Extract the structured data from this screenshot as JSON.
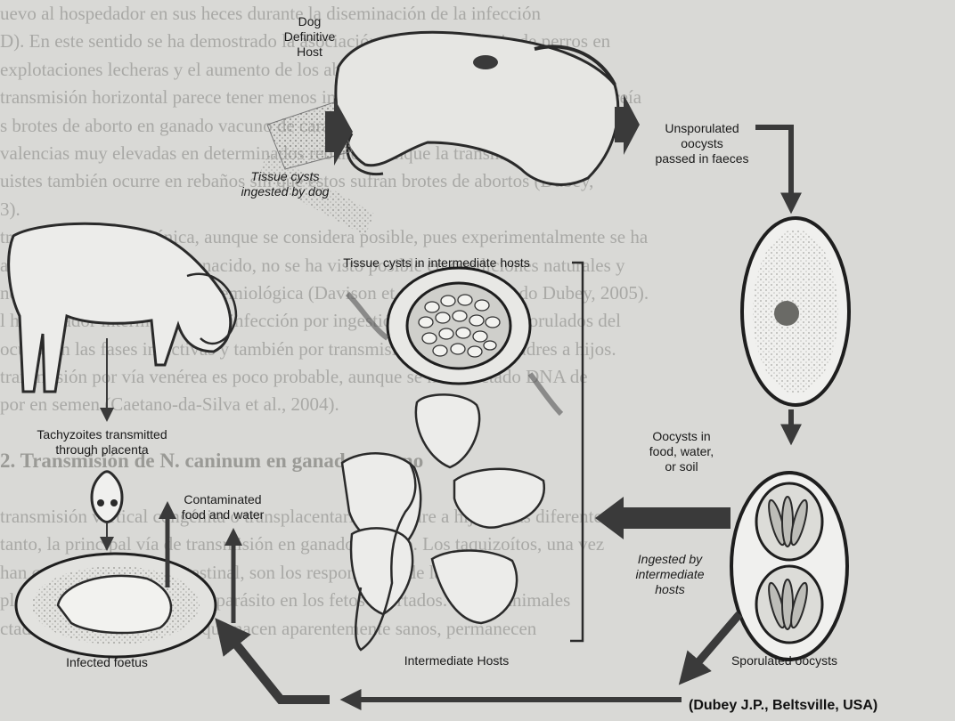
{
  "background_text": {
    "lines": [
      "uevo al hospedador en sus heces durante la diseminación de la infección",
      "D). En este sentido se ha demostrado la asociación entre la presencia de perros en",
      "explotaciones lecheras y el aumento de los abortos (Wouda et al., 1999).",
      "transmisión horizontal parece tener menos importancia de la que inicialmente se creía",
      "s brotes de aborto en ganado vacuno de carácter epidémico se caracterizan por",
      "valencias muy elevadas en determinados rebaños, aunque la transmisión por",
      "uistes también ocurre en rebaños sin que éstos sufran brotes de abortos (Dubey,",
      "3).",
      "transmisión galactogénica, aunque se considera posible, pues experimentalmente se ha",
      "ado infección en un recién nacido, no se ha visto posible en condiciones naturales y",
      "ne una menor relevancia epidemiológica (Davison et al., 2001; revisado Dubey, 2005).",
      "l hospedador intermediario, la infección por ingestión de ooquistes esporulados del",
      "ocurre en las fases infectivas y también por transmisión vertical de madres a hijos.",
      "transmisión por vía venérea es poco probable, aunque se ha detectado DNA de",
      "por en semen (Caetano-da-Silva et al., 2004).",
      "",
      "2. Transmisión de N. caninum en ganado vacuno",
      "",
      "transmisión vertical congénita o transplacentaria de madre a hijo en las diferentes especies",
      "tanto, la principal vía de transmisión en ganado vacuno. Los taquizoítos, una vez",
      "han cruzado la barrera intestinal, son los responsables de la infección",
      "placentaria, observándose el parásito en los fetos abortados. En los animales",
      "ctados de forma congénita que nacen aparentemente sanos, permanecen"
    ]
  },
  "labels": {
    "dog_host": "Dog\nDefinitive\nHost",
    "tissue_cysts_dog": "Tissue cysts\ningested by dog",
    "unsporulated": "Unsporulated\noocysts\npassed in faeces",
    "tissue_cysts_intermediate": "Tissue cysts in intermediate hosts",
    "tachyzoites": "Tachyzoites transmitted\nthrough placenta",
    "contaminated": "Contaminated\nfood and water",
    "oocysts_food": "Oocysts in\nfood, water,\nor soil",
    "ingested_intermediate": "Ingested by\nintermediate\nhosts",
    "infected_foetus": "Infected foetus",
    "intermediate_hosts": "Intermediate Hosts",
    "sporulated": "Sporulated oocysts"
  },
  "credit": "(Dubey J.P., Beltsville, USA)",
  "colors": {
    "arrow": "#3a3a3a",
    "ink": "#1b1b1b",
    "background": "#d9d9d6"
  }
}
